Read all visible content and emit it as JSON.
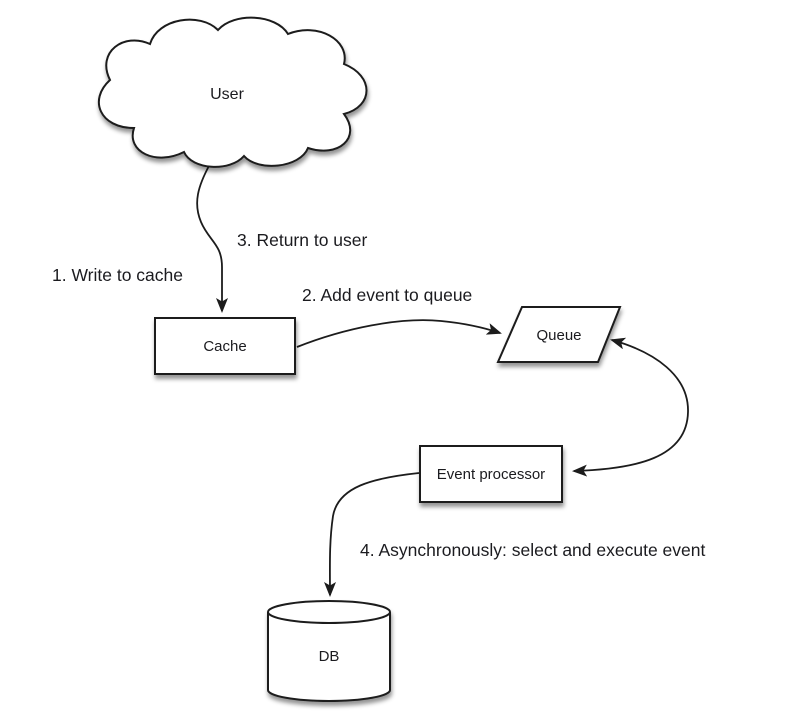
{
  "diagram": {
    "nodes": {
      "user": {
        "label": "User"
      },
      "cache": {
        "label": "Cache"
      },
      "queue": {
        "label": "Queue"
      },
      "event_processor": {
        "label": "Event processor"
      },
      "db": {
        "label": "DB"
      }
    },
    "edges": {
      "write_to_cache": {
        "label": "1. Write to cache"
      },
      "add_event_to_queue": {
        "label": "2. Add event to queue"
      },
      "return_to_user": {
        "label": "3. Return to user"
      },
      "async_execute": {
        "label": "4. Asynchronously: select and execute event"
      }
    },
    "colors": {
      "stroke": "#1c1c1c",
      "fill": "#ffffff",
      "text": "#1b1b1f",
      "background": "#ffffff"
    }
  }
}
